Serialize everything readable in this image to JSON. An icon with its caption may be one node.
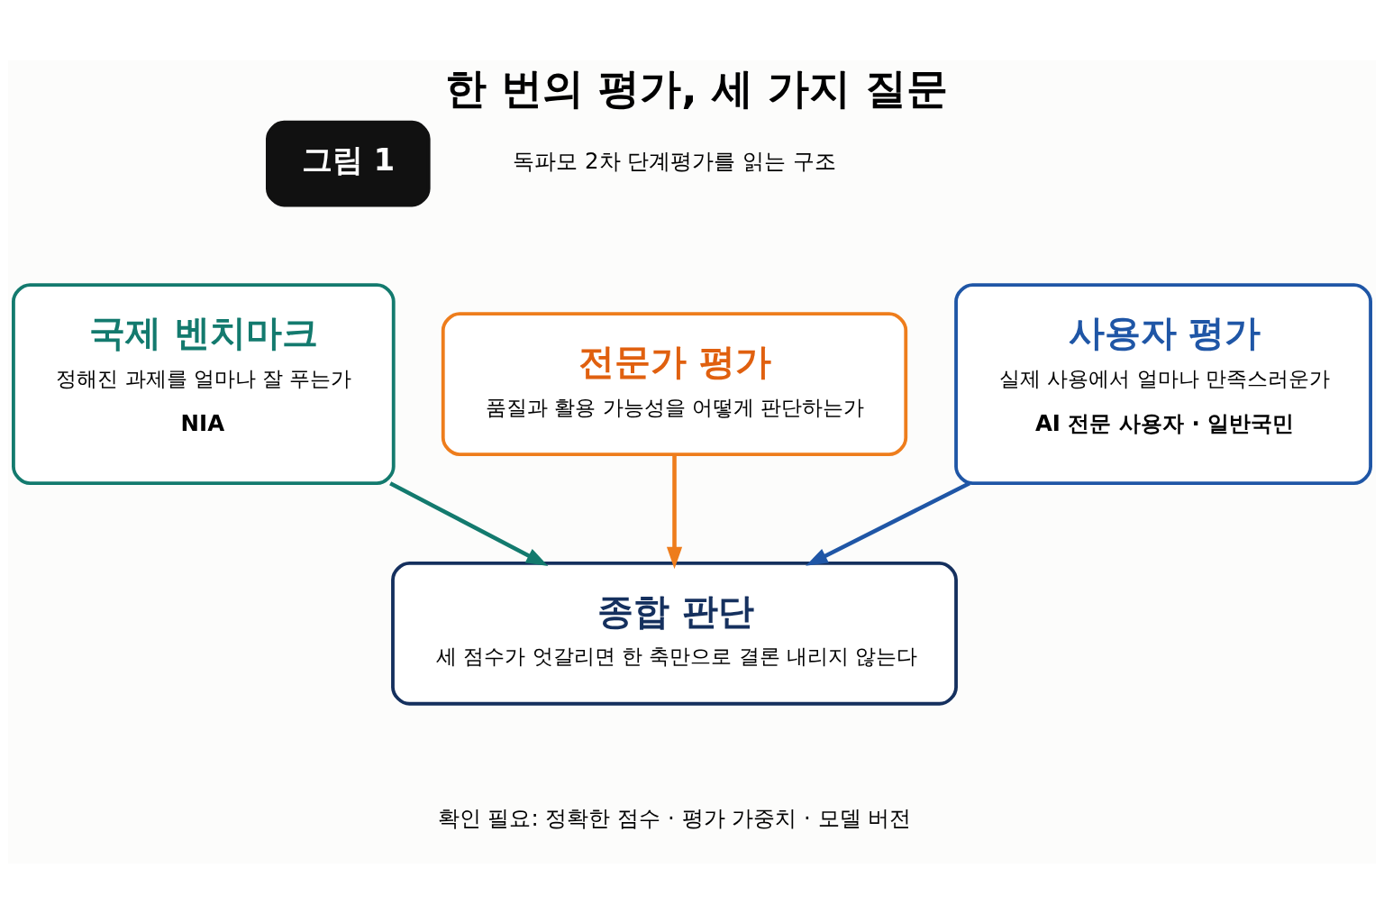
{
  "diagram": {
    "title": "한 번의 평가, 세 가지 질문",
    "nodes": [
      {
        "text": [
          "국제 벤치마크",
          "정해진 과제를 얼마나 잘 푸는가",
          "NIA"
        ]
      },
      {
        "text": [
          "전문가 평가",
          "품질과 활용 가능성을 어떻게 판단하는가"
        ]
      },
      {
        "text": [
          "사용자 평가",
          "실제 사용에서 얼마나 만족스러운가",
          "AI 전문 사용자 · 일반국민"
        ]
      },
      {
        "text": [
          "종합 판단",
          "세 점수가 엇갈리면 한 축만으로 결론 내리지 않는다"
        ]
      }
    ],
    "edges": [
      {
        "from": 0,
        "to": 3,
        "arrow": "to",
        "color": "#137a6e"
      },
      {
        "from": 1,
        "to": 3,
        "arrow": "to",
        "color": "#ee7d1c"
      },
      {
        "from": 2,
        "to": 3,
        "arrow": "to",
        "color": "#1f56a6"
      }
    ],
    "labels": [
      "그림 1",
      "독파모 2차 단계평가를 읽는 구조",
      "확인 필요: 정확한 점수 · 평가 가중치 · 모델 버전"
    ]
  }
}
